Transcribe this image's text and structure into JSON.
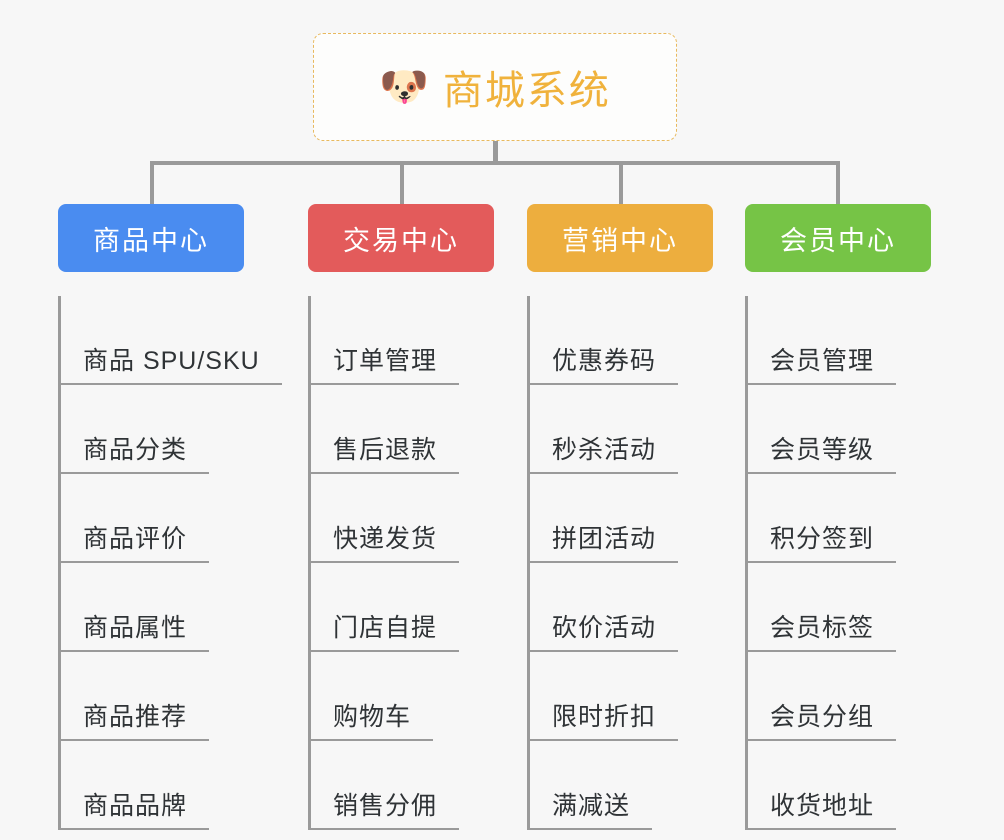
{
  "canvas": {
    "background": "#f7f7f7",
    "connector_color": "#9a9a9a"
  },
  "root": {
    "icon": "🐶",
    "icon_name": "shiba-dog-face-icon",
    "title": "商城系统",
    "text_color": "#f0b23c",
    "border_color": "#e8b95e"
  },
  "categories": [
    {
      "label": "商品中心",
      "color": "#4a8cf0",
      "items": [
        "商品 SPU/SKU",
        "商品分类",
        "商品评价",
        "商品属性",
        "商品推荐",
        "商品品牌"
      ]
    },
    {
      "label": "交易中心",
      "color": "#e35b5b",
      "items": [
        "订单管理",
        "售后退款",
        "快递发货",
        "门店自提",
        "购物车",
        "销售分佣"
      ]
    },
    {
      "label": "营销中心",
      "color": "#edae3e",
      "items": [
        "优惠券码",
        "秒杀活动",
        "拼团活动",
        "砍价活动",
        "限时折扣",
        "满减送"
      ]
    },
    {
      "label": "会员中心",
      "color": "#76c446",
      "items": [
        "会员管理",
        "会员等级",
        "积分签到",
        "会员标签",
        "会员分组",
        "收货地址"
      ]
    }
  ]
}
